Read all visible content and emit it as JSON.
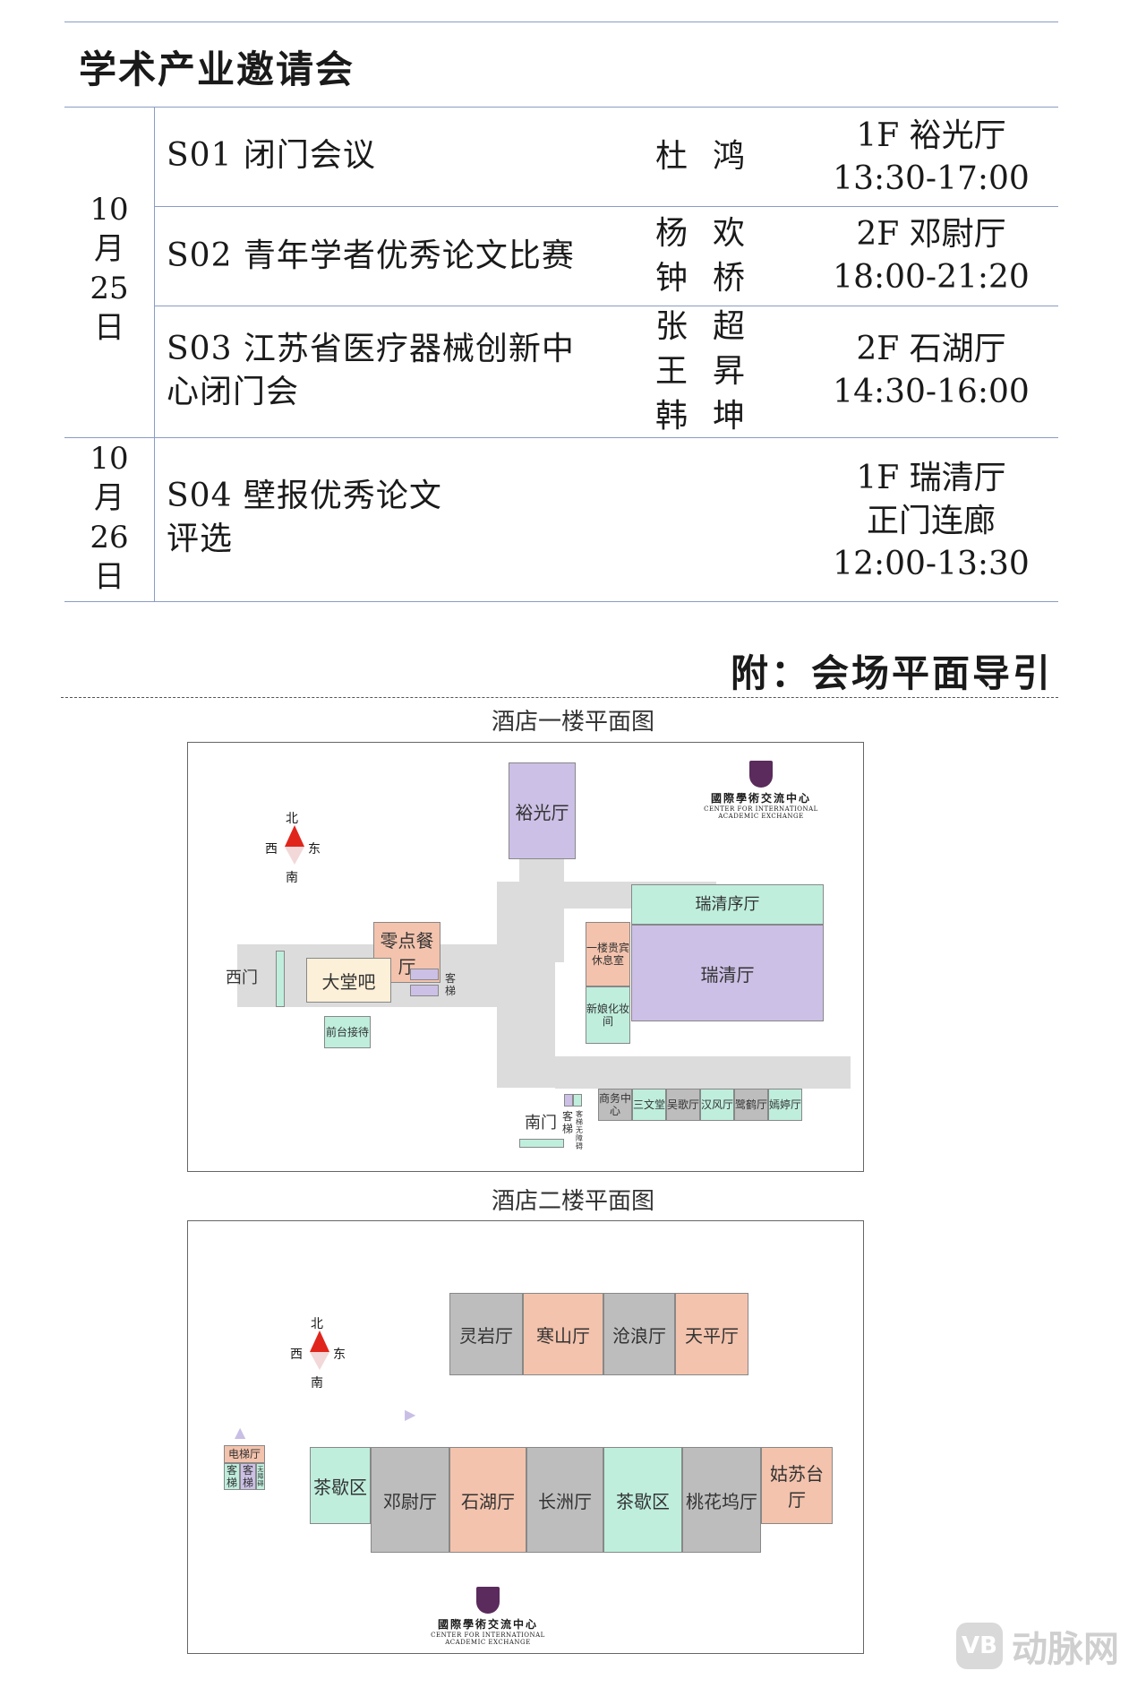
{
  "section_title": "学术产业邀请会",
  "dates": {
    "d1": [
      "10",
      "月",
      "25",
      "日"
    ],
    "d2": [
      "10",
      "月",
      "26",
      "日"
    ]
  },
  "sessions": [
    {
      "title_lines": [
        "S01 闭门会议"
      ],
      "chairs": [
        "杜鸿"
      ],
      "venue_lines": [
        "1F 裕光厅",
        "13:30-17:00"
      ]
    },
    {
      "title_lines": [
        "S02 青年学者优秀论文比赛"
      ],
      "chairs": [
        "杨欢",
        "钟桥"
      ],
      "venue_lines": [
        "2F 邓尉厅",
        "18:00-21:20"
      ]
    },
    {
      "title_lines": [
        "S03 江苏省医疗器械创新中",
        "心闭门会"
      ],
      "chairs": [
        "张超",
        "王昇",
        "韩坤"
      ],
      "venue_lines": [
        "2F 石湖厅",
        "14:30-16:00"
      ]
    },
    {
      "title_lines": [
        "S04 壁报优秀论文",
        "评选"
      ],
      "chairs": [],
      "venue_lines": [
        "1F 瑞清厅",
        "正门连廊",
        "12:00-13:30"
      ]
    }
  ],
  "appendix_title": "附：会场平面导引",
  "compass": {
    "north": "北",
    "south": "南",
    "east": "东",
    "west": "西"
  },
  "logo": {
    "title": "國際學術交流中心",
    "subtitle": "CENTER FOR INTERNATIONAL ACADEMIC EXCHANGE"
  },
  "floor1": {
    "title": "酒店一楼平面图",
    "rooms": {
      "yuguang": "裕光厅",
      "ruiqing_xu": "瑞清序厅",
      "ruiqing": "瑞清厅",
      "vip": "一楼贵宾休息室",
      "lingdian": "零点餐厅",
      "datangba": "大堂吧",
      "qiantai": "前台接待",
      "xinniang": "新娘化妆间",
      "shangwu": "商务中心",
      "sanwen": "三文堂",
      "wuge": "吴歌厅",
      "hanfeng": "汉风厅",
      "shouhe": "鹭鹤厅",
      "yingge": "嫣婷厅"
    },
    "labels": {
      "ximen": "西门",
      "nanmen": "南门",
      "keti": "客梯",
      "keti2": "客梯",
      "wuzhangai": "客梯无障碍"
    }
  },
  "floor2": {
    "title": "酒店二楼平面图",
    "top_rooms": [
      "灵岩厅",
      "寒山厅",
      "沧浪厅",
      "天平厅"
    ],
    "bottom_rooms": [
      "茶歇区",
      "邓尉厅",
      "石湖厅",
      "长洲厅",
      "茶歇区",
      "桃花坞厅",
      "姑苏台厅"
    ],
    "elevator": {
      "hall": "电梯厅",
      "keti": "客梯",
      "keti2": "客梯",
      "wuzhangai": "无障碍"
    }
  },
  "watermark": {
    "icon": "VB",
    "text": "动脉网"
  },
  "colors": {
    "line": "#8a9cc4",
    "purple": "#ccc0e6",
    "peach": "#f3c3ad",
    "mint": "#bfeedd",
    "gray": "#bdbdbd",
    "compass": "#e0261c"
  }
}
